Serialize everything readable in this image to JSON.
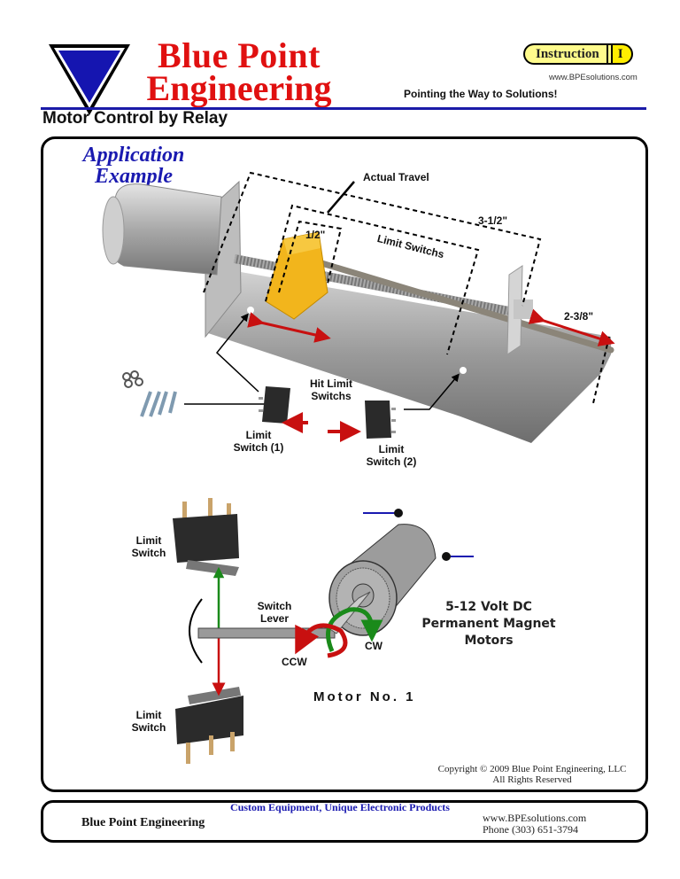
{
  "header": {
    "brand_line1": "Blue Point",
    "brand_line2": "Engineering",
    "badge_label": "Instruction",
    "badge_letter": "I",
    "website": "www.BPEsolutions.com",
    "tagline": "Pointing the Way to Solutions!",
    "page_title": "Motor Control by Relay",
    "colors": {
      "brand_red": "#e01010",
      "brand_blue": "#1a1aa8",
      "badge_yellow": "#fffb8c"
    }
  },
  "application_example": {
    "title_line1": "Application",
    "title_line2": "Example",
    "labels": {
      "actual_travel": "Actual Travel",
      "total_length": "3-1/2\"",
      "block_width": "1/2\"",
      "limit_switchs": "Limit Switchs",
      "shaft_extension": "2-3/8\"",
      "hit_limit_line1": "Hit Limit",
      "hit_limit_line2": "Switchs",
      "switch1_line1": "Limit",
      "switch1_line2": "Switch (1)",
      "switch2_line1": "Limit",
      "switch2_line2": "Switch (2)"
    }
  },
  "motor_diagram": {
    "top_switch_line1": "Limit",
    "top_switch_line2": "Switch",
    "bottom_switch_line1": "Limit",
    "bottom_switch_line2": "Switch",
    "lever_line1": "Switch",
    "lever_line2": "Lever",
    "ccw": "CCW",
    "cw": "CW",
    "motor_desc_line1": "5-12 Volt DC",
    "motor_desc_line2": "Permanent Magnet",
    "motor_desc_line3": "Motors",
    "motor_number": "Motor No. 1"
  },
  "copyright": {
    "line1": "Copyright © 2009 Blue Point Engineering, LLC",
    "line2": "All Rights Reserved"
  },
  "footer": {
    "tagline": "Custom Equipment, Unique Electronic Products",
    "brand": "Blue Point Engineering",
    "website": "www.BPEsolutions.com",
    "phone": "Phone (303) 651-3794"
  }
}
